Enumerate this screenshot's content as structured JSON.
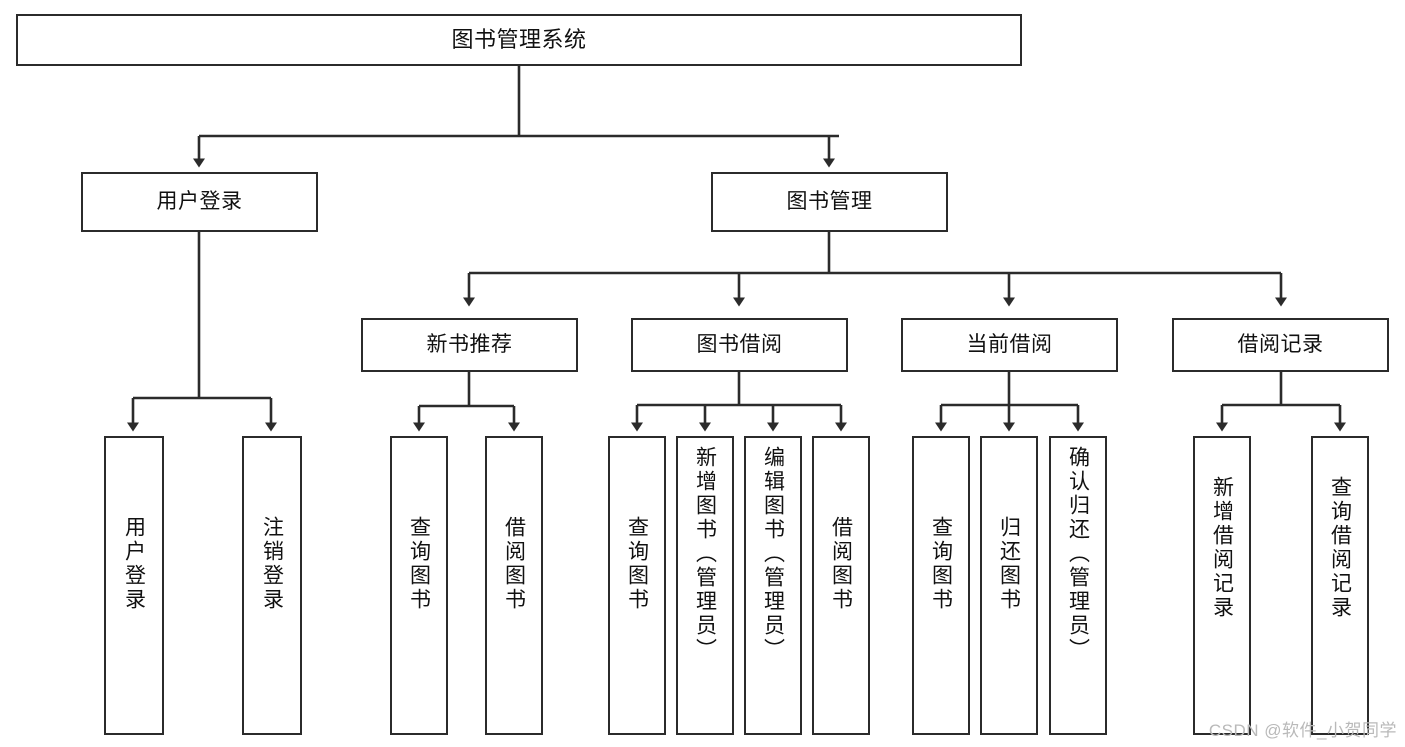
{
  "diagram": {
    "type": "tree-hierarchy",
    "title": "图书管理系统",
    "watermark": "CSDN @软件_小贺同学",
    "colors": {
      "background": "#ffffff",
      "node_fill": "#ffffff",
      "node_stroke": "#2b2b2b",
      "connector": "#2b2b2b",
      "text": "#111111",
      "watermark": "#b9b9b9"
    },
    "nodes": {
      "root": {
        "label": "图书管理系统",
        "level": 1
      },
      "level2": [
        {
          "id": "user-login",
          "label": "用户登录"
        },
        {
          "id": "book-manage",
          "label": "图书管理"
        }
      ],
      "level3": [
        {
          "id": "new-book-recommend",
          "label": "新书推荐",
          "parent": "book-manage"
        },
        {
          "id": "book-borrow",
          "label": "图书借阅",
          "parent": "book-manage"
        },
        {
          "id": "current-borrow",
          "label": "当前借阅",
          "parent": "book-manage"
        },
        {
          "id": "borrow-record",
          "label": "借阅记录",
          "parent": "book-manage"
        }
      ],
      "leaves": [
        {
          "id": "leaf-user-login",
          "label": "用户登录",
          "parent": "user-login"
        },
        {
          "id": "leaf-logout-login",
          "label": "注销登录",
          "parent": "user-login"
        },
        {
          "id": "leaf-query-book-1",
          "label": "查询图书",
          "parent": "new-book-recommend"
        },
        {
          "id": "leaf-borrow-book-1",
          "label": "借阅图书",
          "parent": "new-book-recommend"
        },
        {
          "id": "leaf-query-book-2",
          "label": "查询图书",
          "parent": "book-borrow"
        },
        {
          "id": "leaf-add-book",
          "label": "新增图书（管理员）",
          "parent": "book-borrow"
        },
        {
          "id": "leaf-edit-book",
          "label": "编辑图书（管理员）",
          "parent": "book-borrow"
        },
        {
          "id": "leaf-borrow-book-2",
          "label": "借阅图书",
          "parent": "book-borrow"
        },
        {
          "id": "leaf-query-book-3",
          "label": "查询图书",
          "parent": "current-borrow"
        },
        {
          "id": "leaf-return-book",
          "label": "归还图书",
          "parent": "current-borrow"
        },
        {
          "id": "leaf-confirm-return",
          "label": "确认归还（管理员）",
          "parent": "current-borrow"
        },
        {
          "id": "leaf-add-record",
          "label": "新增借阅记录",
          "parent": "borrow-record"
        },
        {
          "id": "leaf-query-record",
          "label": "查询借阅记录",
          "parent": "borrow-record"
        }
      ]
    }
  }
}
